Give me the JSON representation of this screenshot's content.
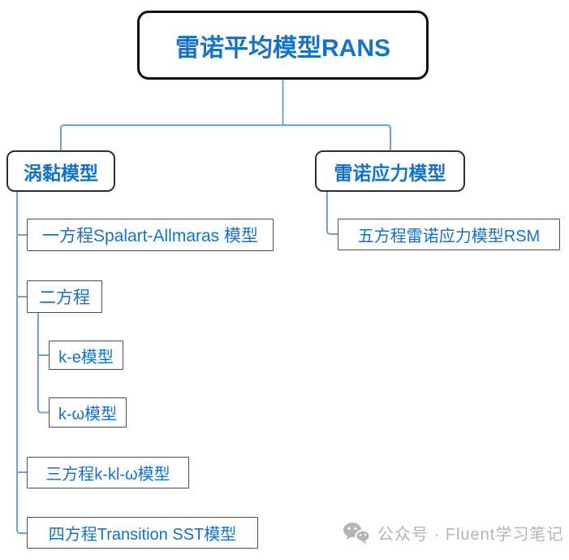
{
  "tree": {
    "label": "雷诺平均模型RANS",
    "children": [
      {
        "label": "涡黏模型",
        "children": [
          {
            "label": "一方程Spalart-Allmaras 模型"
          },
          {
            "label": "二方程",
            "children": [
              {
                "label": "k-e模型"
              },
              {
                "label": "k-ω模型"
              }
            ]
          },
          {
            "label": "三方程k-kl-ω模型"
          },
          {
            "label": "四方程Transition SST模型"
          }
        ]
      },
      {
        "label": "雷诺应力模型",
        "children": [
          {
            "label": "五方程雷诺应力模型RSM"
          }
        ]
      }
    ]
  },
  "watermark": {
    "icon": "wechat-icon",
    "text": "公众号 · Fluent学习笔记"
  },
  "colors": {
    "node_text": "#1472c8",
    "connector_line": "#6fa3d8",
    "root_border": "#101010",
    "branch_border": "#2e2e2e",
    "leaf_border": "#4d4d4d",
    "watermark_gray": "#b4b4b4"
  }
}
